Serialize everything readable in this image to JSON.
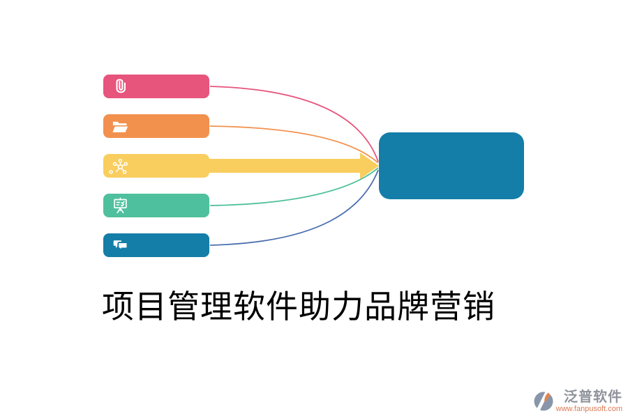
{
  "title": {
    "text": "项目管理软件助力品牌营销",
    "color": "#000000"
  },
  "diagram": {
    "sources": [
      {
        "id": "attachment",
        "icon": "paperclip-icon",
        "color": "#E7547C",
        "connector_color": "#E7547C",
        "connector_type": "curve",
        "label": ""
      },
      {
        "id": "documents",
        "icon": "folder-open-icon",
        "color": "#F2914E",
        "connector_color": "#F2914E",
        "connector_type": "curve",
        "label": ""
      },
      {
        "id": "network",
        "icon": "network-hub-icon",
        "color": "#F9CE5E",
        "connector_color": "#F9CE5E",
        "connector_type": "arrow",
        "label": ""
      },
      {
        "id": "presentation",
        "icon": "presentation-board-icon",
        "color": "#4FC09D",
        "connector_color": "#4FC09D",
        "connector_type": "curve",
        "label": ""
      },
      {
        "id": "discussion",
        "icon": "chat-bubbles-icon",
        "color": "#147EA8",
        "connector_color": "#4B6FAE",
        "connector_type": "curve",
        "label": ""
      }
    ],
    "target": {
      "id": "hub",
      "color": "#147EA8",
      "label": ""
    }
  },
  "watermark": {
    "brand": "泛普软件",
    "url": "www.fanpusoft.com",
    "brand_color": "#8F939B",
    "url_color": "#DC7B55",
    "logo_gray": "#8995A9",
    "logo_orange": "#E0854F"
  },
  "colors": {
    "background": "#FFFFFF",
    "pink": "#E7547C",
    "orange": "#F2914E",
    "yellow": "#F9CE5E",
    "teal": "#4FC09D",
    "blue": "#147EA8",
    "navy_line": "#4B6FAE"
  }
}
